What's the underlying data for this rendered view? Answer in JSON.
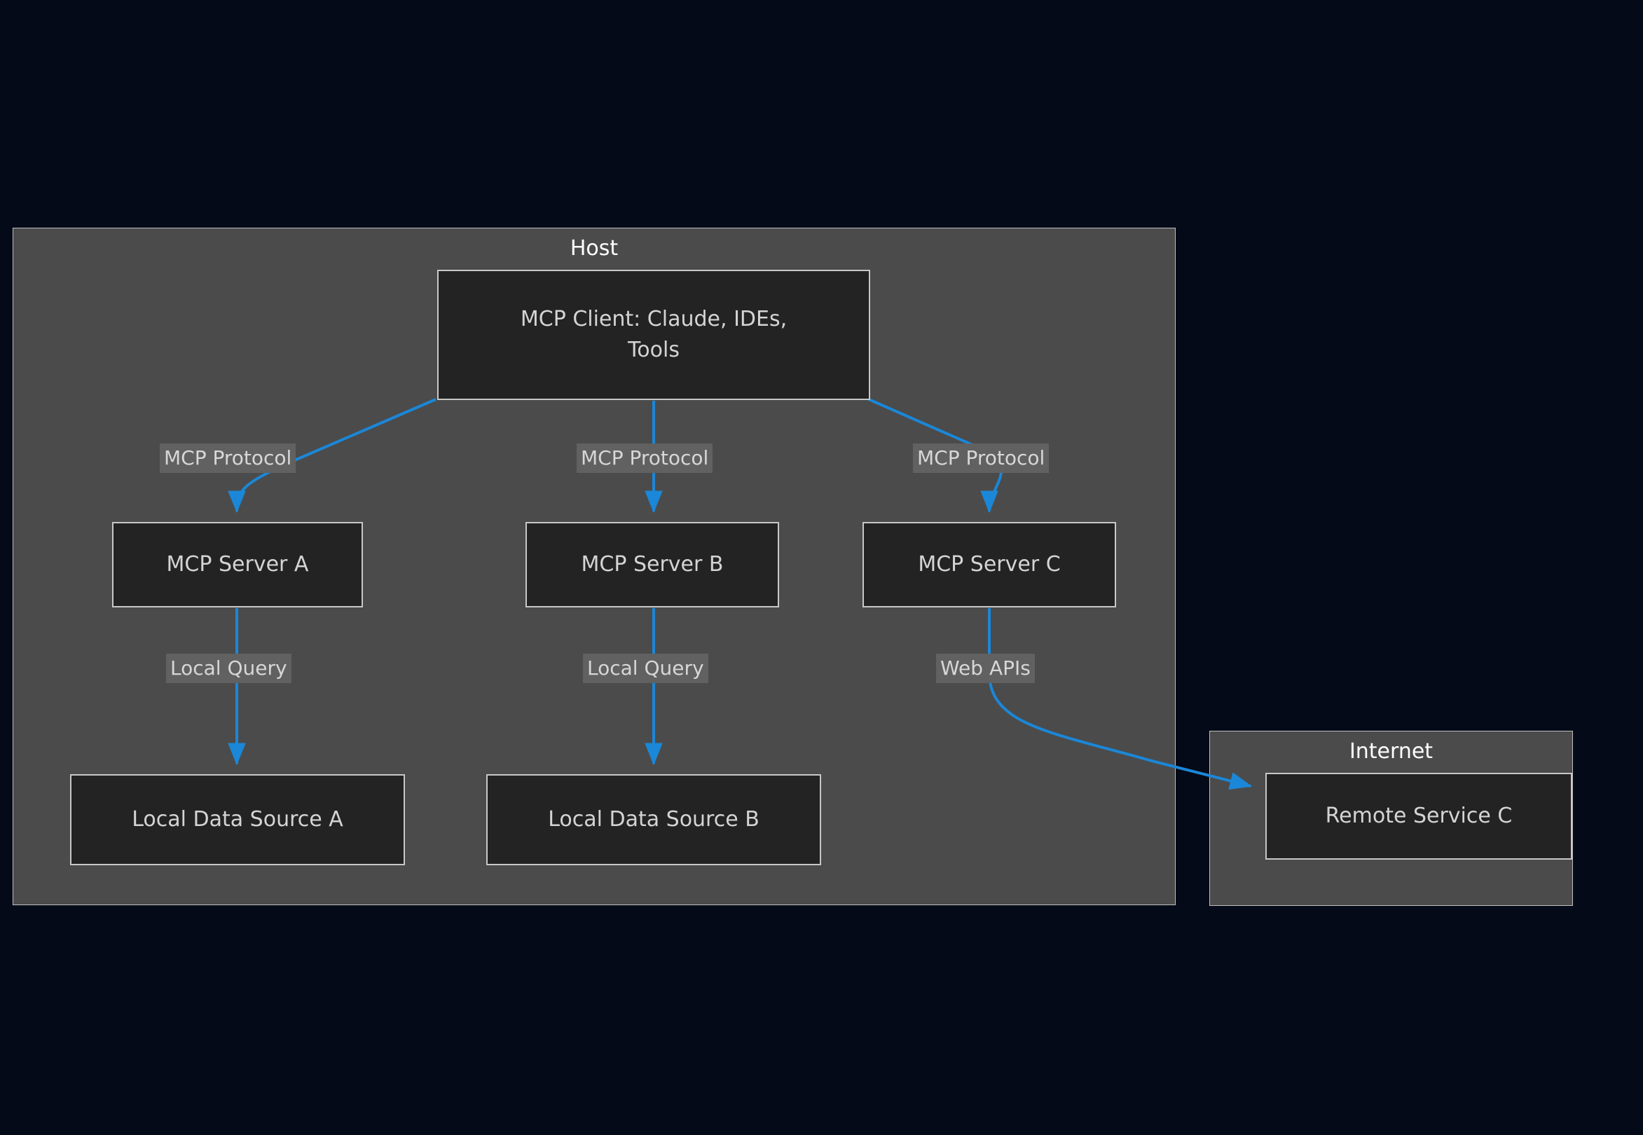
{
  "canvas": {
    "background_color": "#050a18",
    "edge_color": "#1b87d8",
    "node_fill": "#232323",
    "node_border": "#c8c8c8",
    "subgraph_fill": "#4b4b4b",
    "subgraph_border": "#bfbfbf",
    "label_fill": "#616161",
    "node_text_color": "#d4d4d4",
    "title_text_color": "#ffffff"
  },
  "diagram": {
    "type": "flowchart",
    "direction": "top-down",
    "subgraphs": [
      {
        "id": "host",
        "title": "Host"
      },
      {
        "id": "internet",
        "title": "Internet"
      }
    ],
    "nodes": [
      {
        "id": "client",
        "label": "MCP Client: Claude, IDEs, Tools",
        "line1": "MCP Client: Claude, IDEs,",
        "line2": "Tools",
        "group": "host"
      },
      {
        "id": "server_a",
        "label": "MCP Server A",
        "group": "host"
      },
      {
        "id": "server_b",
        "label": "MCP Server B",
        "group": "host"
      },
      {
        "id": "server_c",
        "label": "MCP Server C",
        "group": "host"
      },
      {
        "id": "source_a",
        "label": "Local Data Source A",
        "group": "host"
      },
      {
        "id": "source_b",
        "label": "Local Data Source B",
        "group": "host"
      },
      {
        "id": "remote_c",
        "label": "Remote Service C",
        "group": "internet"
      }
    ],
    "edges": [
      {
        "from": "client",
        "to": "server_a",
        "label": "MCP Protocol"
      },
      {
        "from": "client",
        "to": "server_b",
        "label": "MCP Protocol"
      },
      {
        "from": "client",
        "to": "server_c",
        "label": "MCP Protocol"
      },
      {
        "from": "server_a",
        "to": "source_a",
        "label": "Local Query"
      },
      {
        "from": "server_b",
        "to": "source_b",
        "label": "Local Query"
      },
      {
        "from": "server_c",
        "to": "remote_c",
        "label": "Web APIs"
      }
    ]
  }
}
